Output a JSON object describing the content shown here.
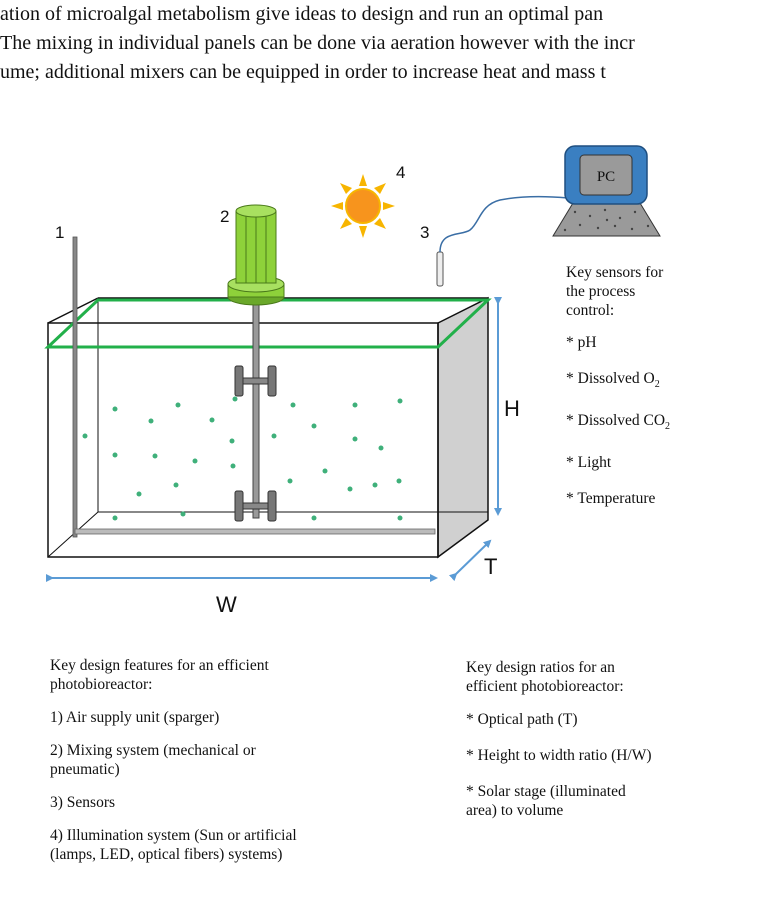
{
  "intro": {
    "line1": "ation of microalgal metabolism give ideas to design and run an optimal pan",
    "line2": "The mixing in individual panels can be done via aeration however with the incr",
    "line3": "ume; additional mixers can be equipped in order to increase heat and mass t"
  },
  "labels": {
    "n1": "1",
    "n2": "2",
    "n3": "3",
    "n4": "4",
    "pc": "PC",
    "H": "H",
    "W": "W",
    "T": "T"
  },
  "sensors": {
    "title_line1": "Key sensors for",
    "title_line2": "the process",
    "title_line3": "control:",
    "ph": "* pH",
    "o2": "* Dissolved O",
    "o2_sub": "2",
    "co2": "* Dissolved CO",
    "co2_sub": "2",
    "light": "* Light",
    "temp": "* Temperature"
  },
  "features": {
    "title_line1": "Key design features for an efficient",
    "title_line2": "photobioreactor:",
    "item1": "1) Air supply unit (sparger)",
    "item2_line1": "2) Mixing system (mechanical or",
    "item2_line2": "pneumatic)",
    "item3": "3) Sensors",
    "item4_line1": "4) Illumination system (Sun or artificial",
    "item4_line2": "(lamps, LED, optical fibers) systems)"
  },
  "ratios": {
    "title_line1": "Key design ratios for an",
    "title_line2": "efficient photobioreactor:",
    "item1": "* Optical path (T)",
    "item2": "* Height to width ratio (H/W)",
    "item3_line1": "* Solar stage (illuminated",
    "item3_line2": "area) to volume"
  },
  "colors": {
    "green_mixer": "#8ed13a",
    "green_dark": "#4a7a1a",
    "liquid_line": "#22b04a",
    "bubble": "#3fb07a",
    "arrow_blue": "#5b9bd5",
    "sun_orange": "#f7941d",
    "sun_rays": "#f7b500",
    "pc_blue": "#3a7fc1",
    "side_gray": "#d0d0d0"
  }
}
